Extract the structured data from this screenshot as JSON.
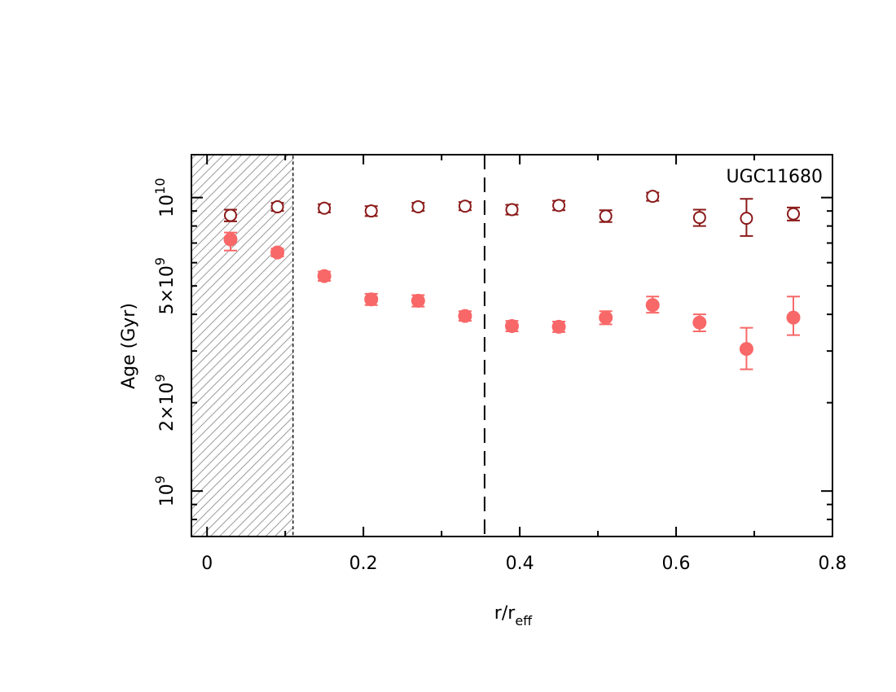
{
  "chart_data": {
    "type": "scatter",
    "title": "",
    "annotation": "UGC11680",
    "xlabel": {
      "base": "r/r",
      "subscript": "eff"
    },
    "ylabel": "Age (Gyr)",
    "xlim": [
      -0.02,
      0.8
    ],
    "ylim": [
      700000000.0,
      14000000000.0
    ],
    "yscale": "log",
    "x_ticks": [
      "0",
      "0.2",
      "0.4",
      "0.6",
      "0.8"
    ],
    "y_ticks": [
      {
        "value": 1000000000.0,
        "mantissa": "",
        "exp": "9"
      },
      {
        "value": 2000000000.0,
        "mantissa": "2×",
        "exp": "9"
      },
      {
        "value": 5000000000.0,
        "mantissa": "5×",
        "exp": "9"
      },
      {
        "value": 10000000000.0,
        "mantissa": "",
        "exp": "10"
      }
    ],
    "y_tick_label_base": "10",
    "masked_region_x": [
      -0.02,
      0.11
    ],
    "vertical_line_x": 0.355,
    "series": [
      {
        "marker": "open-circle",
        "color": "#8b1a1a",
        "x": [
          0.03,
          0.09,
          0.15,
          0.21,
          0.27,
          0.33,
          0.39,
          0.45,
          0.51,
          0.57,
          0.63,
          0.69,
          0.75
        ],
        "y": [
          8700000000.0,
          9300000000.0,
          9200000000.0,
          9000000000.0,
          9300000000.0,
          9350000000.0,
          9100000000.0,
          9400000000.0,
          8650000000.0,
          10100000000.0,
          8550000000.0,
          8500000000.0,
          8800000000.0
        ],
        "err_low": [
          8300000000.0,
          9000000000.0,
          8900000000.0,
          8650000000.0,
          9000000000.0,
          9050000000.0,
          8750000000.0,
          9050000000.0,
          8250000000.0,
          9750000000.0,
          8000000000.0,
          7400000000.0,
          8350000000.0
        ],
        "err_high": [
          9100000000.0,
          9600000000.0,
          9500000000.0,
          9350000000.0,
          9600000000.0,
          9650000000.0,
          9450000000.0,
          9750000000.0,
          9050000000.0,
          10400000000.0,
          9100000000.0,
          9900000000.0,
          9250000000.0
        ]
      },
      {
        "marker": "filled-circle",
        "color": "#f86868",
        "x": [
          0.03,
          0.09,
          0.15,
          0.21,
          0.27,
          0.33,
          0.39,
          0.45,
          0.51,
          0.57,
          0.63,
          0.69,
          0.75
        ],
        "y": [
          7200000000.0,
          6500000000.0,
          5400000000.0,
          4500000000.0,
          4450000000.0,
          3950000000.0,
          3650000000.0,
          3630000000.0,
          3900000000.0,
          4300000000.0,
          3750000000.0,
          3050000000.0,
          3900000000.0
        ],
        "err_low": [
          6600000000.0,
          6300000000.0,
          5200000000.0,
          4300000000.0,
          4250000000.0,
          3800000000.0,
          3500000000.0,
          3480000000.0,
          3700000000.0,
          4050000000.0,
          3500000000.0,
          2600000000.0,
          3400000000.0
        ],
        "err_high": [
          7600000000.0,
          6700000000.0,
          5600000000.0,
          4700000000.0,
          4650000000.0,
          4100000000.0,
          3800000000.0,
          3780000000.0,
          4100000000.0,
          4600000000.0,
          4000000000.0,
          3600000000.0,
          4600000000.0
        ]
      }
    ]
  }
}
